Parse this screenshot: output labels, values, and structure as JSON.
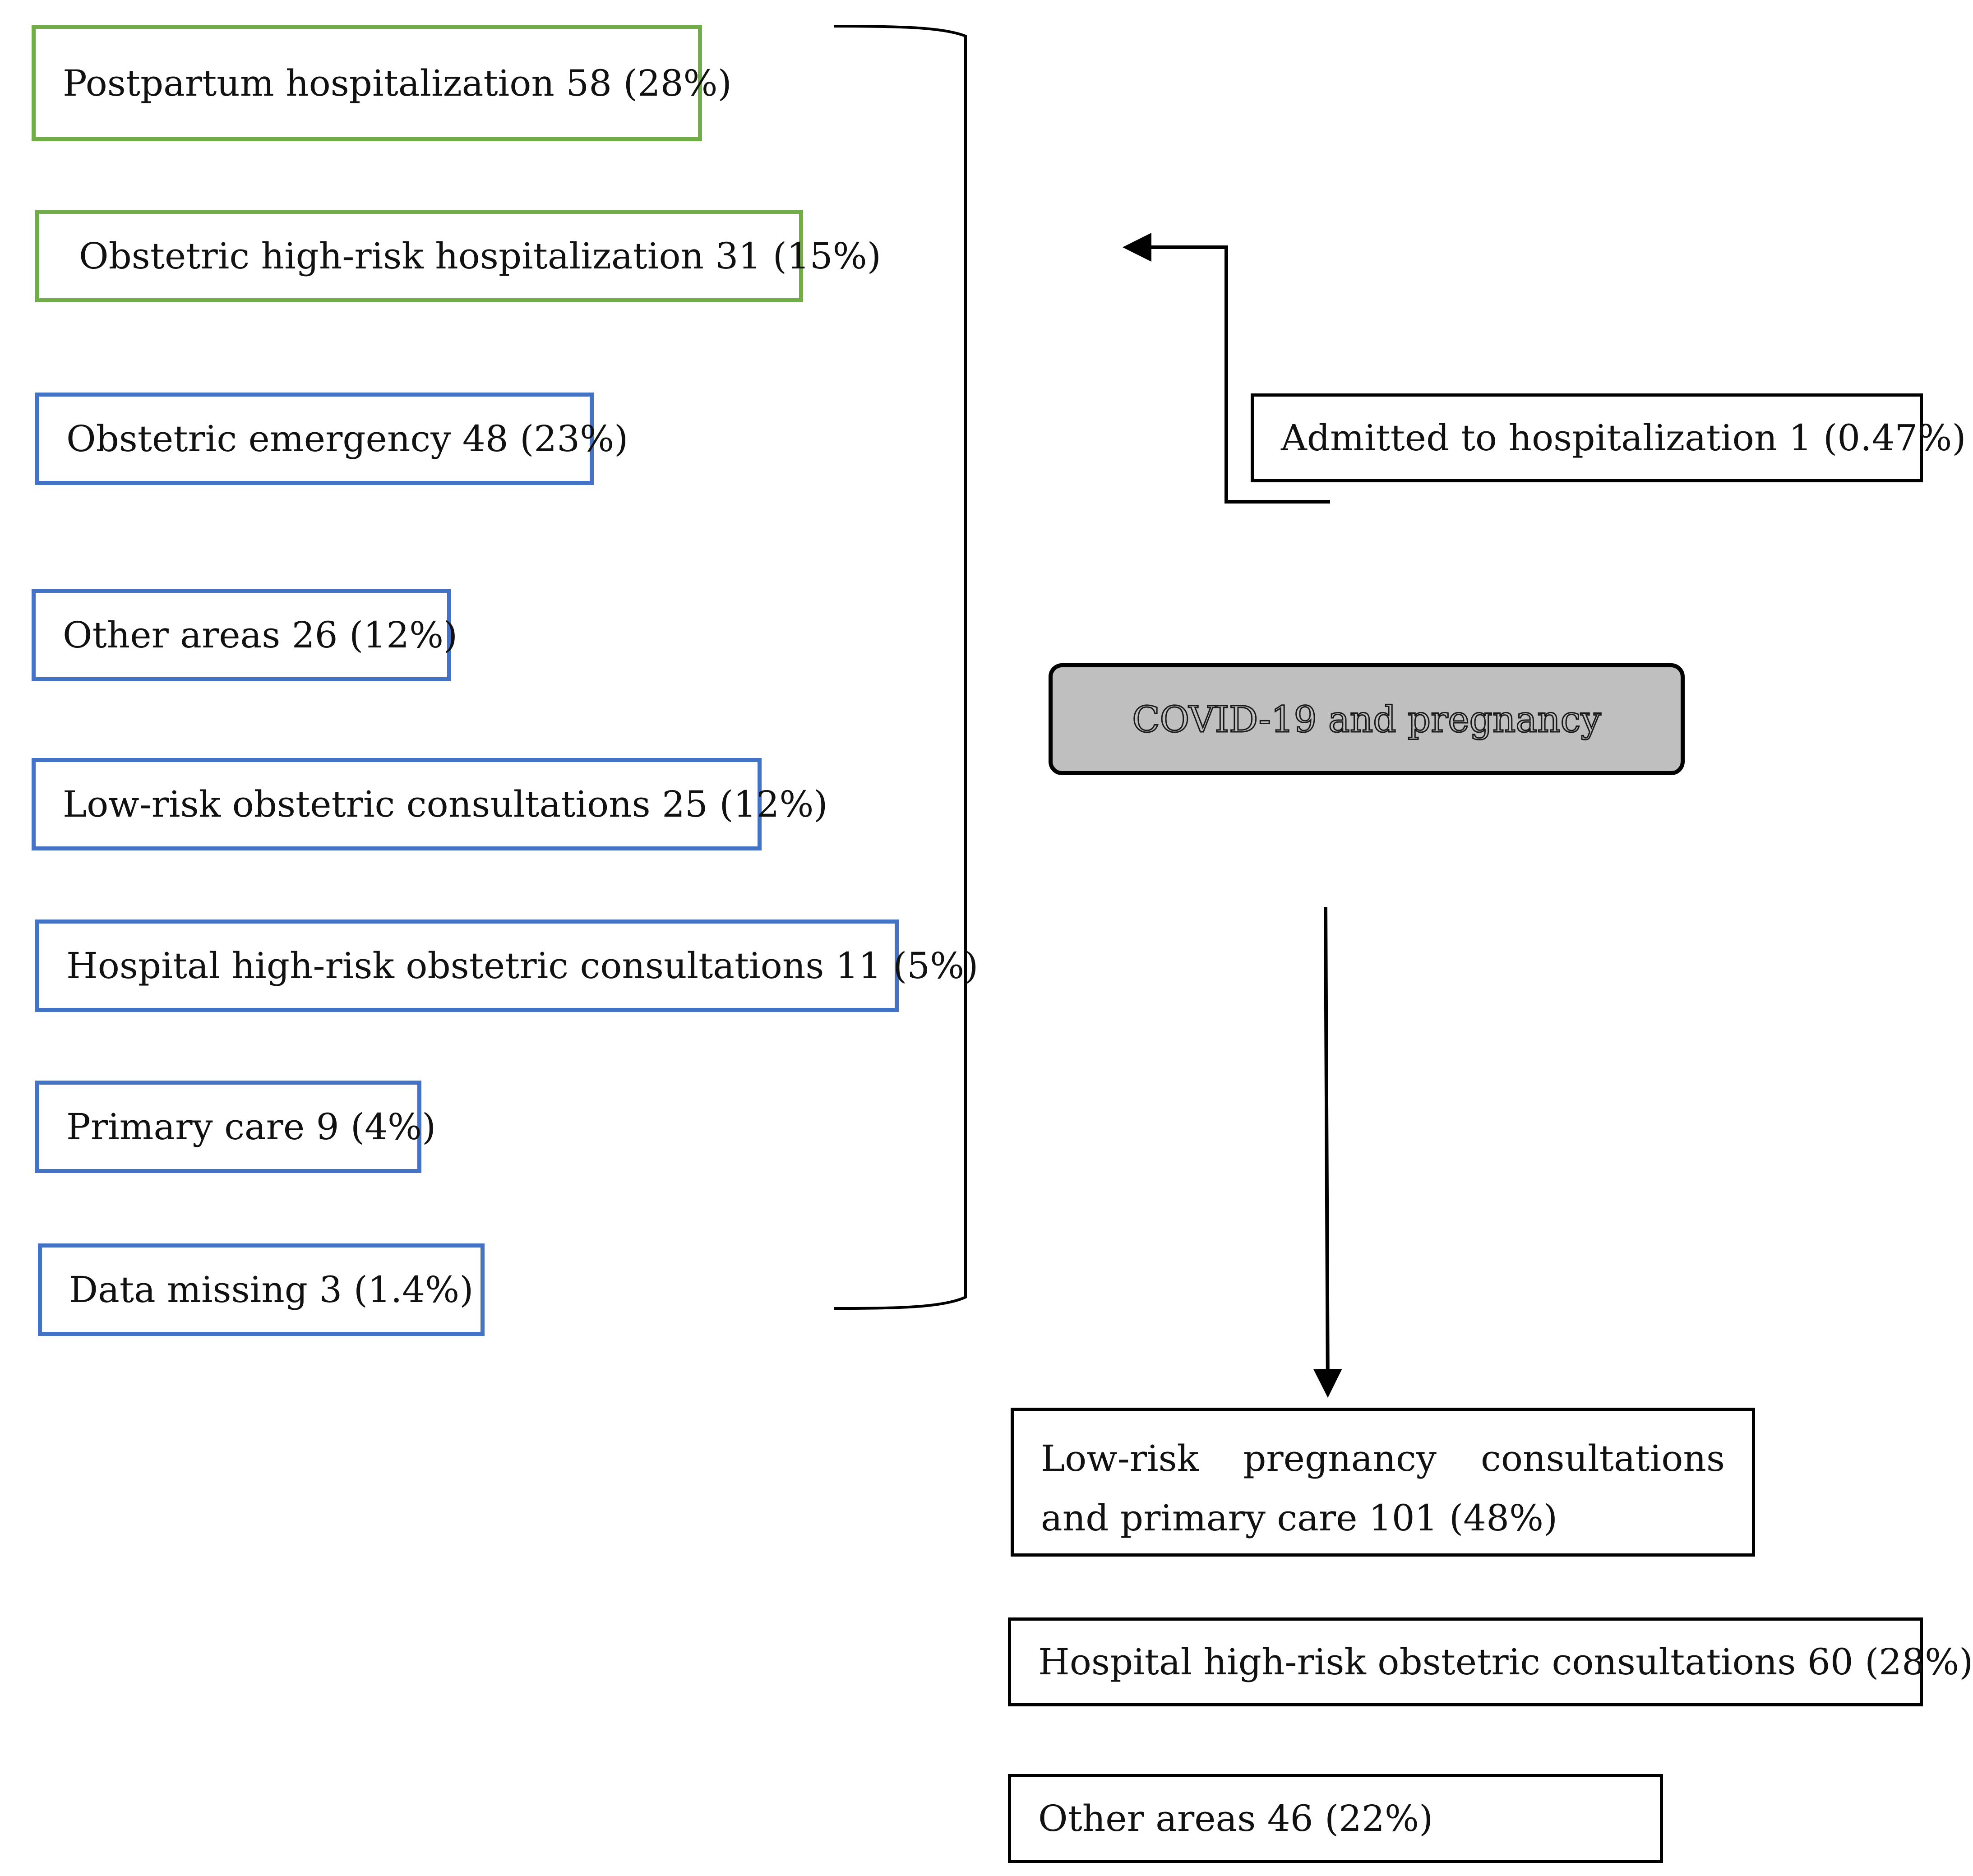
{
  "center": {
    "label": "COVID-19 and pregnancy"
  },
  "left_boxes": [
    {
      "label": "Postpartum hospitalization 58 (28%)",
      "color": "#70ad47"
    },
    {
      "label": "Obstetric high-risk hospitalization 31 (15%)",
      "color": "#70ad47"
    },
    {
      "label": "Obstetric emergency 48 (23%)",
      "color": "#4472c4"
    },
    {
      "label": "Other areas 26 (12%)",
      "color": "#4472c4"
    },
    {
      "label": "Low-risk obstetric consultations 25 (12%)",
      "color": "#4472c4"
    },
    {
      "label": "Hospital high-risk obstetric consultations 11 (5%)",
      "color": "#4472c4"
    },
    {
      "label": "Primary care 9 (4%)",
      "color": "#4472c4"
    },
    {
      "label": "Data missing 3 (1.4%)",
      "color": "#4472c4"
    }
  ],
  "admitted": {
    "label": "Admitted to hospitalization 1 (0.47%)"
  },
  "bottom_boxes": [
    {
      "label": "Low-risk pregnancy consultations and primary care 101 (48%)"
    },
    {
      "label": "Hospital high-risk obstetric consultations 60 (28%)"
    },
    {
      "label": "Other areas 46 (22%)"
    }
  ]
}
